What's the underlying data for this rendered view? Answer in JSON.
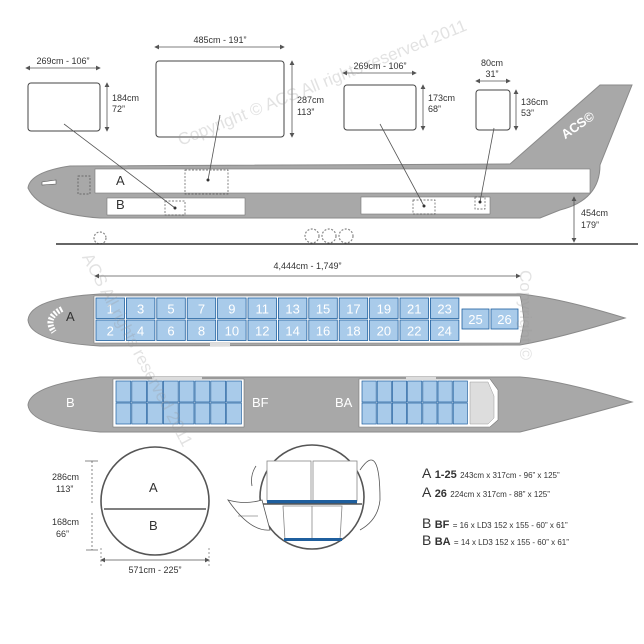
{
  "top_cargo": [
    {
      "w": "269cm - 106”",
      "h_cm": "184cm",
      "h_in": "72”"
    },
    {
      "w": "485cm - 191”",
      "h_cm": "287cm",
      "h_in": "113”"
    },
    {
      "w": "269cm - 106”",
      "h_cm": "173cm",
      "h_in": "68”"
    },
    {
      "w_cm": "80cm",
      "w_in": "31”",
      "h_cm": "136cm",
      "h_in": "53”"
    }
  ],
  "side_view": {
    "deck_main": "A",
    "deck_lower": "B",
    "height_cm": "454cm",
    "height_in": "179”",
    "logo": "ACS©"
  },
  "main_deck": {
    "deck": "A",
    "length": "4,444cm - 1,749”",
    "top_row": [
      "1",
      "3",
      "5",
      "7",
      "9",
      "11",
      "13",
      "15",
      "17",
      "19",
      "21",
      "23"
    ],
    "bottom_row": [
      "2",
      "4",
      "6",
      "8",
      "10",
      "12",
      "14",
      "16",
      "18",
      "20",
      "22",
      "24"
    ],
    "rear": [
      "25",
      "26"
    ]
  },
  "lower_deck": {
    "deck": "B",
    "forward": "BF",
    "aft": "BA"
  },
  "cross_section": {
    "upper_h_cm": "286cm",
    "upper_h_in": "113”",
    "lower_h_cm": "168cm",
    "lower_h_in": "66”",
    "width": "571cm - 225”",
    "upper": "A",
    "lower": "B"
  },
  "legend": [
    {
      "key": "A",
      "num": "1-25",
      "text": "243cm x 317cm - 96” x 125”"
    },
    {
      "key": "A",
      "num": "26",
      "text": "224cm x 317cm - 88” x 125”"
    },
    {
      "key": "B",
      "num": "BF",
      "text": "= 16 x LD3 152 x 155 - 60” x 61”"
    },
    {
      "key": "B",
      "num": "BA",
      "text": "= 14 x LD3 152 x 155 - 60” x 61”"
    }
  ],
  "watermark": [
    "Copyright © ACS All rights reserved 2011",
    "ACS All rights reserved 2011",
    "Copyright ©"
  ]
}
